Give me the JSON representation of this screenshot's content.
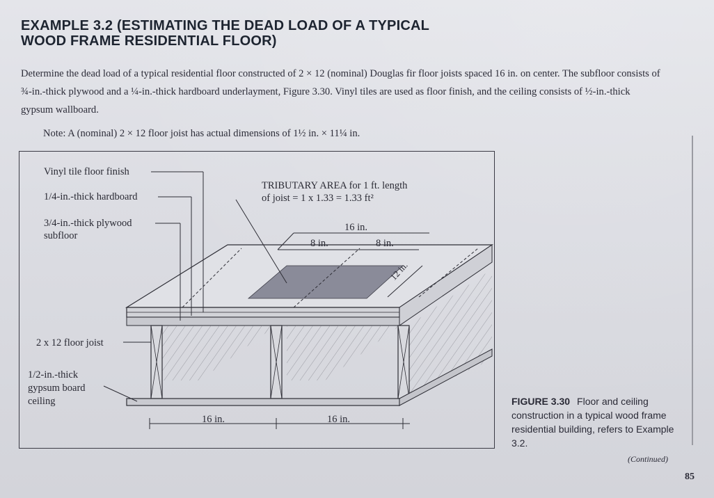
{
  "title_line1": "EXAMPLE 3.2 (ESTIMATING THE DEAD LOAD OF A TYPICAL",
  "title_line2": "WOOD FRAME RESIDENTIAL FLOOR)",
  "paragraph": "Determine the dead load of a typical residential floor constructed of 2 × 12 (nominal) Douglas fir floor joists spaced 16 in. on center. The subfloor consists of ¾-in.-thick plywood and a ¼-in.-thick hardboard underlayment, Figure 3.30. Vinyl tiles are used as floor finish, and the ceiling consists of ½-in.-thick gypsum wallboard.",
  "note": "Note: A (nominal) 2 × 12 floor joist has actual dimensions of 1½ in. × 11¼ in.",
  "figure": {
    "label_vinyl": "Vinyl tile floor finish",
    "label_hardboard": "1/4-in.-thick hardboard",
    "label_plywood_1": "3/4-in.-thick plywood",
    "label_plywood_2": "subfloor",
    "label_joist": "2 x 12 floor joist",
    "label_gypsum_1": "1/2-in.-thick",
    "label_gypsum_2": "gypsum board",
    "label_gypsum_3": "ceiling",
    "tributary_1": "TRIBUTARY AREA for 1 ft. length",
    "tributary_2": "of joist = 1 x 1.33 = 1.33 ft²",
    "dim_16_top": "16 in.",
    "dim_8_left": "8 in.",
    "dim_8_right": "8 in.",
    "dim_12": "12 in.",
    "dim_16_bottom_left": "16 in.",
    "dim_16_bottom_right": "16 in."
  },
  "caption_label": "FIGURE 3.30",
  "caption_text": "Floor and ceiling construction in a typical wood frame residential building, refers to Example 3.2.",
  "continued": "(Continued)",
  "page_number": "85"
}
